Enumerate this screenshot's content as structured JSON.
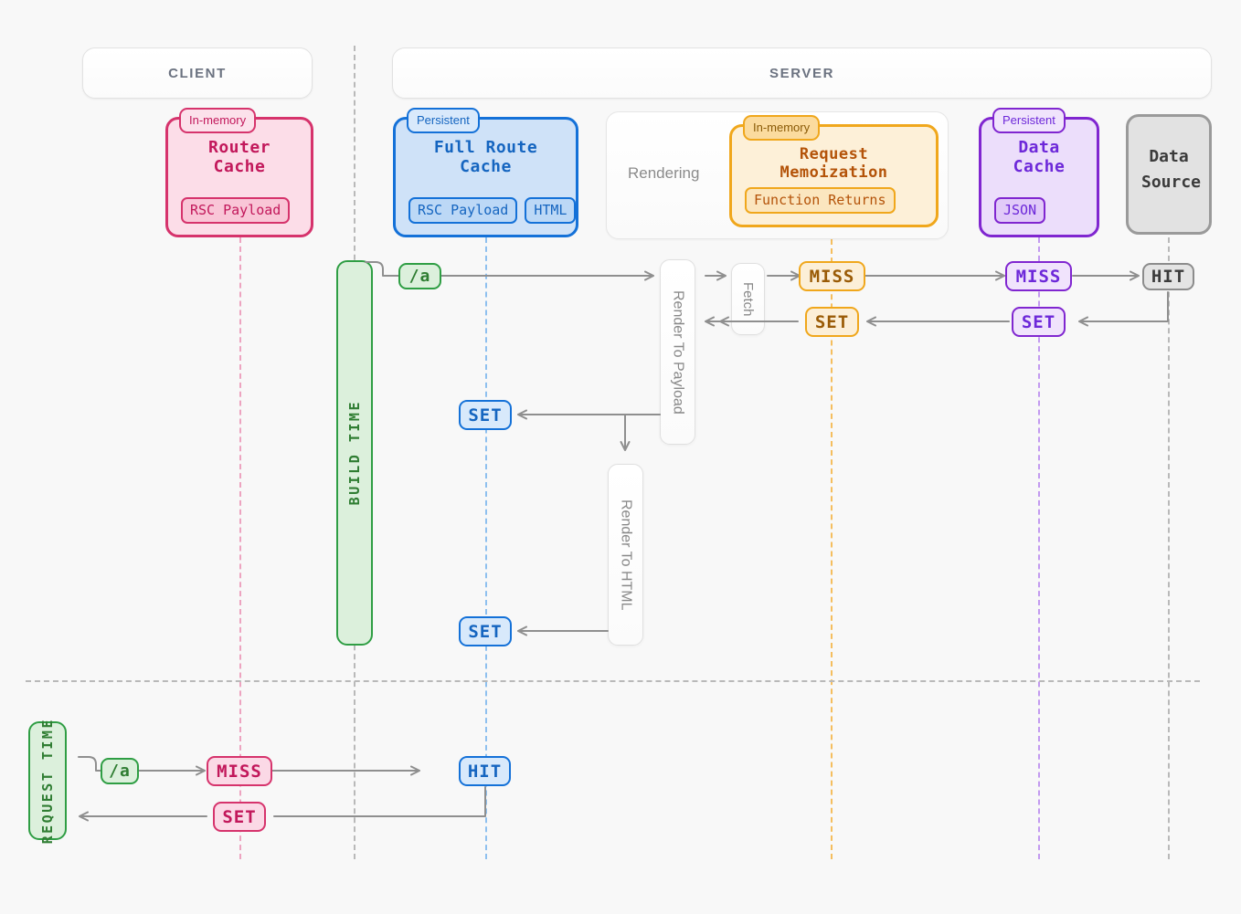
{
  "zones": {
    "client": "CLIENT",
    "server": "SERVER"
  },
  "caches": [
    {
      "key": "router_cache",
      "tag": "In-memory",
      "title": "Router Cache",
      "chips": [
        "RSC Payload"
      ],
      "color": "#d6336c"
    },
    {
      "key": "full_route_cache",
      "tag": "Persistent",
      "title": "Full Route Cache",
      "chips": [
        "RSC Payload",
        "HTML"
      ],
      "color": "#1471d8"
    },
    {
      "key": "request_memoization",
      "tag": "In-memory",
      "title": "Request Memoization",
      "chips": [
        "Function Returns"
      ],
      "color": "#f0a71c"
    },
    {
      "key": "data_cache",
      "tag": "Persistent",
      "title": "Data Cache",
      "chips": [
        "JSON"
      ],
      "color": "#8026d0"
    }
  ],
  "rendering": {
    "label": "Rendering"
  },
  "data_source": {
    "line1": "Data",
    "line2": "Source"
  },
  "phases": {
    "build_time": "BUILD TIME",
    "request_time": "REQUEST TIME"
  },
  "processes": {
    "render_to_payload": "Render To Payload",
    "render_to_html": "Render To HTML",
    "fetch": "Fetch"
  },
  "build_flow": {
    "route": "/a",
    "memo_miss": "MISS",
    "memo_set": "SET",
    "data_cache_miss": "MISS",
    "data_cache_set": "SET",
    "data_source_hit": "HIT",
    "full_route_cache_set_payload": "SET",
    "full_route_cache_set_html": "SET"
  },
  "request_flow": {
    "route": "/a",
    "router_cache_miss": "MISS",
    "router_cache_set": "SET",
    "full_route_cache_hit": "HIT"
  },
  "colors": {
    "background": "#f8f8f8",
    "router_cache": "#d6336c",
    "full_route_cache": "#1471d8",
    "request_memoization": "#f0a71c",
    "data_cache": "#8026d0",
    "data_source": "#8c8c8c",
    "phase": "#2f9e44",
    "wire": "#8f8f8f",
    "divider": "#b9b9b9"
  }
}
